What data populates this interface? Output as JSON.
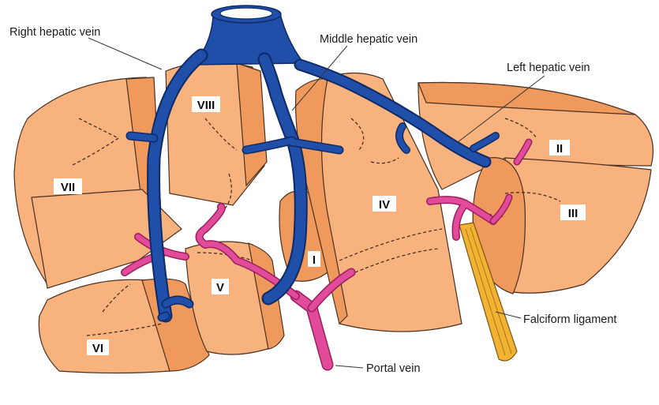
{
  "labels": {
    "right_hepatic_vein": "Right hepatic vein",
    "middle_hepatic_vein": "Middle hepatic vein",
    "left_hepatic_vein": "Left hepatic vein",
    "falciform_ligament": "Falciform ligament",
    "portal_vein": "Portal vein"
  },
  "segments": {
    "I": "I",
    "II": "II",
    "III": "III",
    "IV": "IV",
    "V": "V",
    "VI": "VI",
    "VII": "VII",
    "VIII": "VIII"
  },
  "colors": {
    "liver": "#f7b27d",
    "liver_shadow": "#ef9a5c",
    "hepatic_veins": "#1f4fa8",
    "portal_vein": "#e24a9a",
    "falciform_ligament": "#f2b233"
  }
}
